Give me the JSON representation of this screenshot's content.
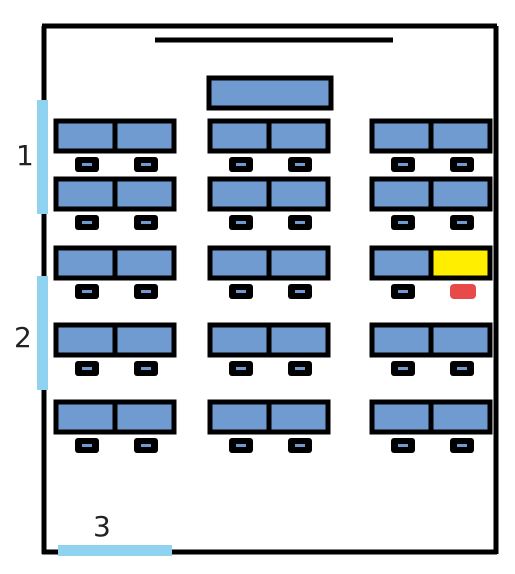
{
  "labels": {
    "door1": "1",
    "door2": "2",
    "door3": "3"
  },
  "colors": {
    "wall": "#000000",
    "desk": "#6f9bd1",
    "seat": "#6f9bd1",
    "door": "#8fd3f0",
    "highlight_desk": "#ffee00",
    "highlight_seat": "#e84a4a"
  },
  "layout": {
    "teacher_desk": true,
    "rows": 5,
    "groups_per_row": 3,
    "desks_per_group": 2
  },
  "highlight": {
    "row": 3,
    "group": 3,
    "desk": 2
  }
}
